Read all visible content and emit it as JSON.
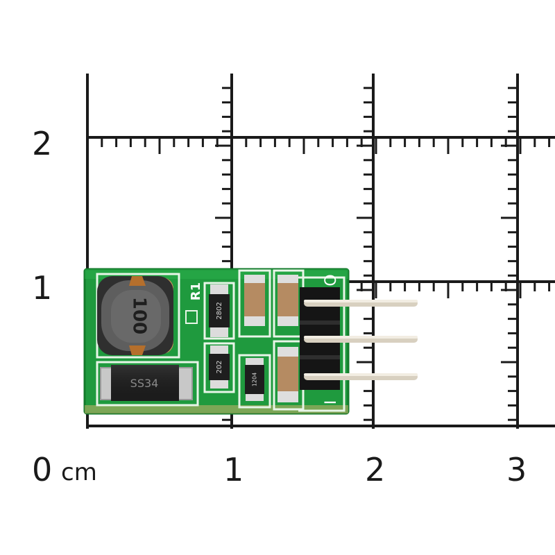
{
  "ruler": {
    "unit": "cm",
    "x_labels": [
      "0",
      "1",
      "2",
      "3"
    ],
    "y_labels": [
      "1",
      "2"
    ]
  },
  "board": {
    "silkscreen_r1": "R1",
    "silkscreen_o": "O",
    "silkscreen_i": "I",
    "inductor_text": "100",
    "resistor_top_code": "2802",
    "resistor_mid_code": "202",
    "resistor_small_code": "1204",
    "diode_text": "SS34"
  }
}
